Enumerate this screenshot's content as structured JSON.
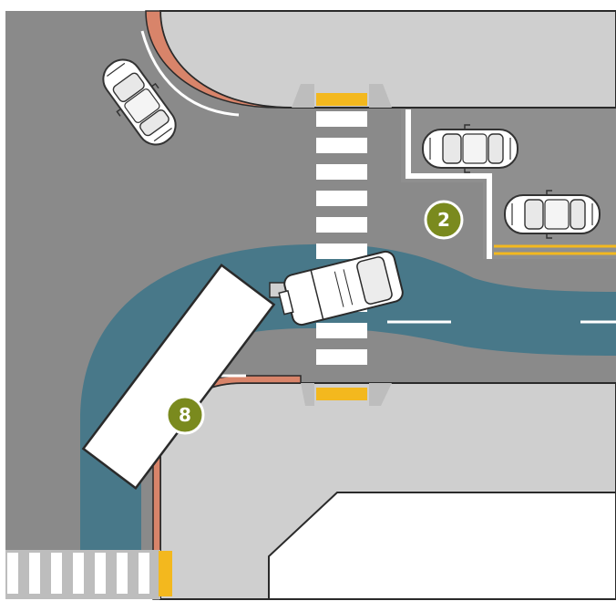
{
  "colors": {
    "road": "#8a8a8a",
    "sidewalk": "#cfcfcf",
    "curb_extension": "#d8846a",
    "turn_path": "#4f8596",
    "crosswalk_bar": "#ffffff",
    "yellow_marking": "#f3b81e",
    "badge": "#7a8a1e",
    "lot": "#ffffff"
  },
  "icons": [
    "car-icon",
    "semi-truck-icon"
  ],
  "markers": [
    {
      "id": "marker-2",
      "label": "2"
    },
    {
      "id": "marker-8",
      "label": "8"
    }
  ]
}
